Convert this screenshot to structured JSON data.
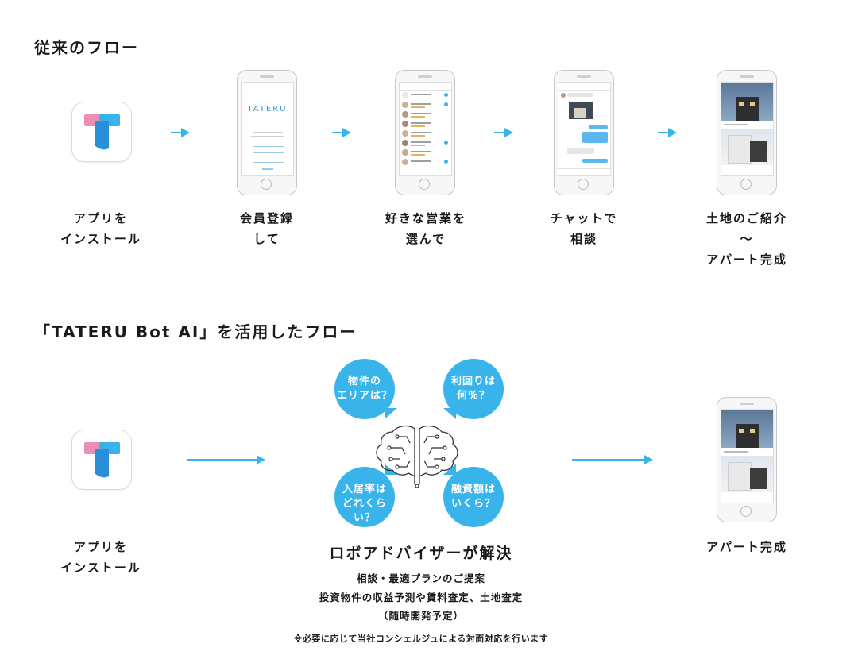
{
  "sections": {
    "traditional_title": "従来のフロー",
    "bot_title": "「TATERU Bot AI」を活用したフロー"
  },
  "traditional_steps": [
    {
      "line1": "アプリを",
      "line2": "インストール",
      "line3": ""
    },
    {
      "line1": "会員登録",
      "line2": "して",
      "line3": ""
    },
    {
      "line1": "好きな営業を",
      "line2": "選んで",
      "line3": ""
    },
    {
      "line1": "チャットで",
      "line2": "相談",
      "line3": ""
    },
    {
      "line1": "土地のご紹介",
      "line2": "〜",
      "line3": "アパート完成"
    }
  ],
  "phone_screens": {
    "register_logo": "TATERU"
  },
  "bot_flow": {
    "install_line1": "アプリを",
    "install_line2": "インストール",
    "bubbles": [
      {
        "line1": "物件の",
        "line2": "エリアは？"
      },
      {
        "line1": "利回りは",
        "line2": "何％？"
      },
      {
        "line1": "入居率は",
        "line2": "どれくらい？"
      },
      {
        "line1": "融資額は",
        "line2": "いくら？"
      }
    ],
    "advisor_title": "ロボアドバイザーが解決",
    "advisor_line1": "相談・最適プランのご提案",
    "advisor_line2": "投資物件の収益予測や賃料査定、土地査定",
    "advisor_line3": "（随時開発予定）",
    "result_label": "アパート完成"
  },
  "footnote": "※必要に応じて当社コンシェルジュによる対面対応を行います",
  "colors": {
    "accent": "#39b4ea",
    "logo_pink": "#ec8fb6",
    "logo_blue": "#2a8fd8"
  },
  "icons": [
    "tateru-app-icon",
    "arrow-right-icon",
    "ai-brain-icon",
    "speech-bubble-icon",
    "smartphone-icon"
  ]
}
